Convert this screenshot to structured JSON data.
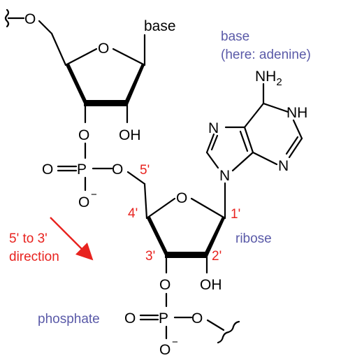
{
  "colors": {
    "label_blue": "#5a5aa8",
    "numbering_red": "#e8231f",
    "structure": "#000000"
  },
  "upper_unit": {
    "oxygen_chain": "O",
    "ring_oxygen": "O",
    "base": "base",
    "ring_oh": "OH",
    "bridge_oxygen": "O"
  },
  "phosphate_1": {
    "o_double": "O",
    "p": "P",
    "o_bridge": "O",
    "o_minus": "O",
    "charge": "−"
  },
  "lower_unit": {
    "ring_oxygen": "O",
    "c3_oxygen": "O",
    "c2_oh": "OH"
  },
  "phosphate_2": {
    "o_double": "O",
    "p": "P",
    "o_chain": "O",
    "o_minus": "O",
    "charge": "−"
  },
  "adenine": {
    "nh2_n": "NH",
    "nh2_sub": "2",
    "nh": "NH",
    "n7": "N",
    "n1": "N",
    "n9": "N"
  },
  "numbering": {
    "c5": "5'",
    "c4": "4'",
    "c1": "1'",
    "c3": "3'",
    "c2": "2'"
  },
  "annotations": {
    "base_label_line1": "base",
    "base_label_line2": "(here: adenine)",
    "ribose": "ribose",
    "phosphate": "phosphate",
    "direction_line1": "5' to 3'",
    "direction_line2": "direction"
  }
}
